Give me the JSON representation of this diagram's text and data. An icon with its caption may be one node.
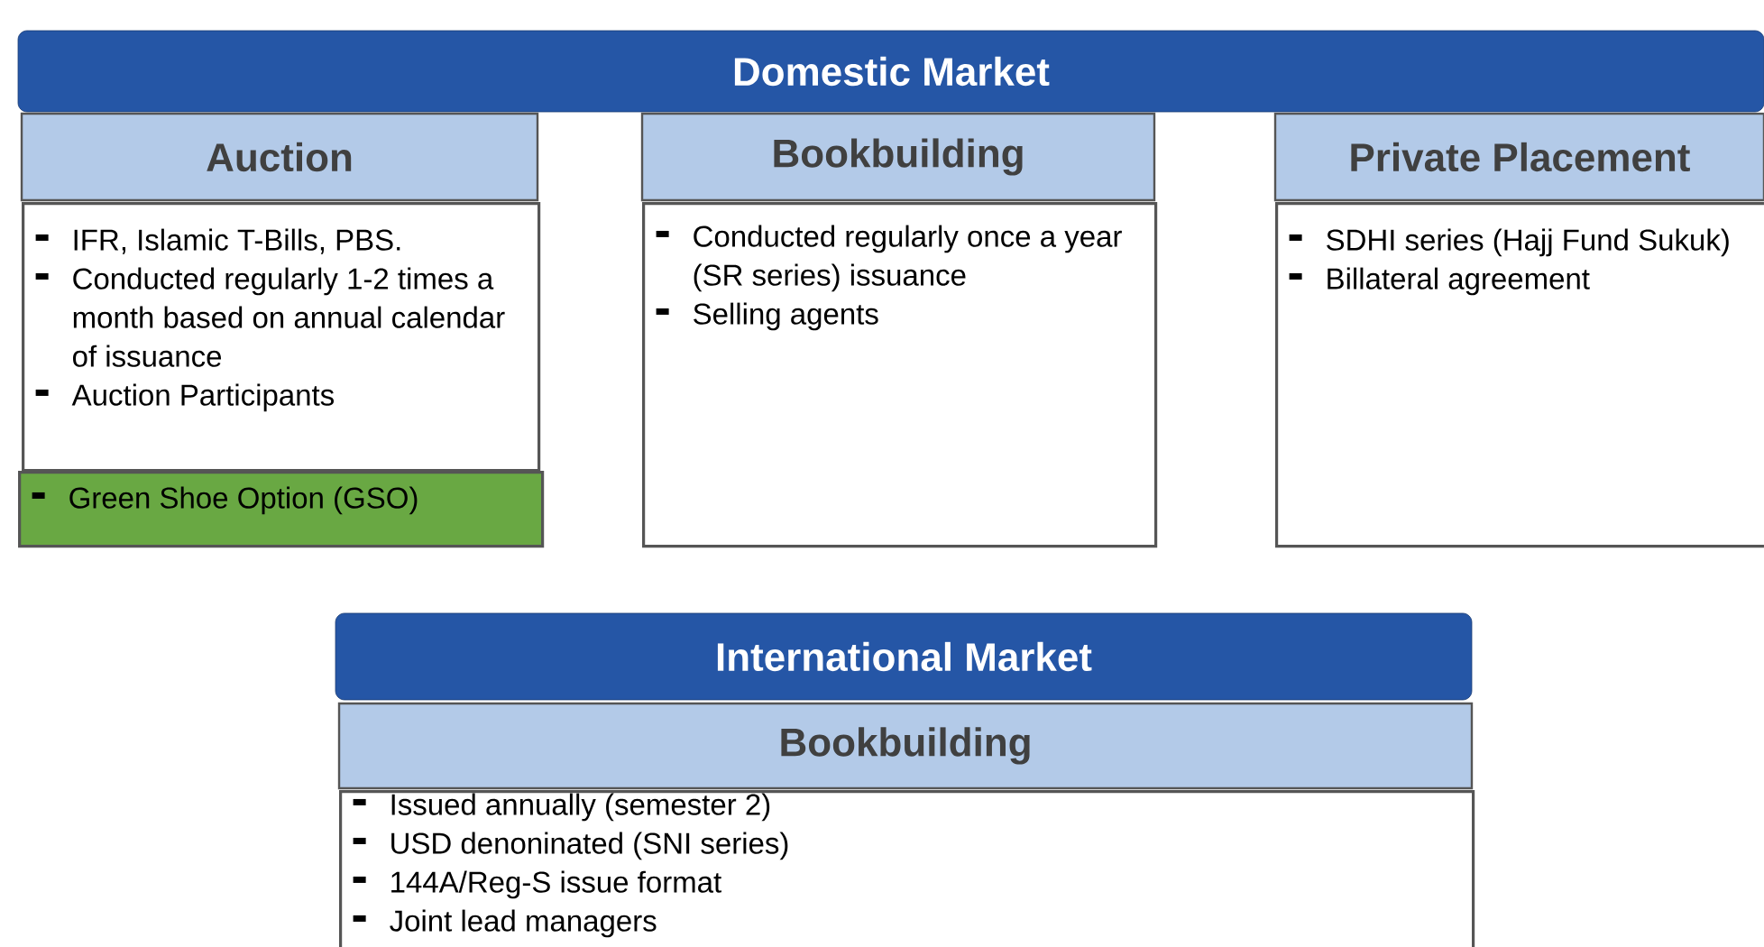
{
  "diagram": {
    "nodes": [
      {
        "text": [
          "Domestic Market"
        ]
      },
      {
        "text": [
          "Auction"
        ]
      },
      {
        "text": [
          "IFR, Islamic T-Bills, PBS.",
          "Conducted regularly 1-2 times a month based on annual calendar of issuance",
          "Auction Participants"
        ]
      },
      {
        "text": [
          "Green Shoe Option (GSO)"
        ]
      },
      {
        "text": [
          "Bookbuilding"
        ]
      },
      {
        "text": [
          "Conducted regularly once a year (SR series) issuance",
          "Selling agents"
        ]
      },
      {
        "text": [
          "Private Placement"
        ]
      },
      {
        "text": [
          "SDHI series (Hajj Fund Sukuk)",
          "Billateral agreement"
        ]
      },
      {
        "text": [
          "International Market"
        ]
      },
      {
        "text": [
          "Bookbuilding"
        ]
      },
      {
        "text": [
          "Issued annually (semester 2)",
          "USD denoninated (SNI series)",
          "144A/Reg-S issue format",
          "Joint lead managers"
        ]
      }
    ]
  }
}
